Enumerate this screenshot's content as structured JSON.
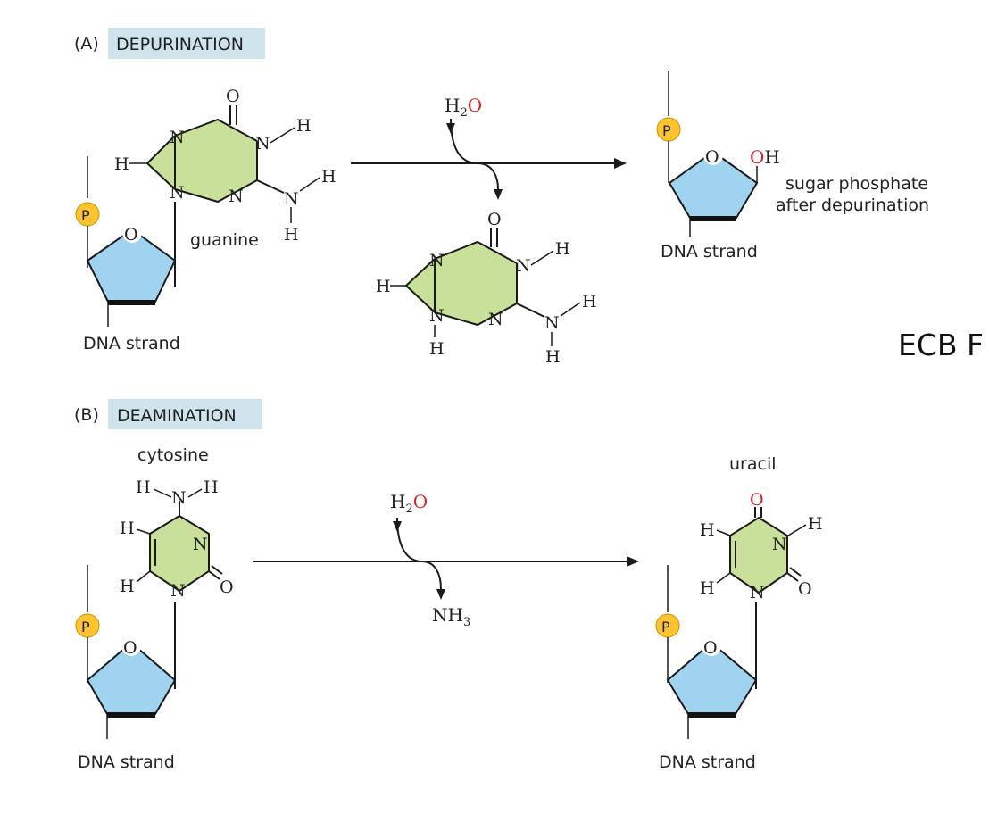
{
  "panel_a": {
    "letter": "(A)",
    "title": "DEPURINATION",
    "guanine_label": "guanine",
    "strand_left": "DNA strand",
    "water_h2": "H",
    "water_sub": "2",
    "water_o": "O",
    "product_label_line1": "sugar phosphate",
    "product_label_line2": "after depurination",
    "strand_right": "DNA strand",
    "hydroxyl_o": "O",
    "hydroxyl_h": "H"
  },
  "panel_b": {
    "letter": "(B)",
    "title": "DEAMINATION",
    "cytosine_label": "cytosine",
    "uracil_label": "uracil",
    "strand_left": "DNA strand",
    "strand_right": "DNA strand",
    "water_h2": "H",
    "water_sub": "2",
    "water_o": "O",
    "ammonia_nh": "NH",
    "ammonia_sub": "3"
  },
  "side_caption": "ECB F",
  "atoms": {
    "N": "N",
    "H": "H",
    "O": "O",
    "P": "P"
  },
  "colors": {
    "base_fill": "#c8e09a",
    "sugar_fill": "#9fd3f0",
    "phosphate_fill": "#fbc430",
    "title_bg": "#cfe3ec",
    "oxygen_red": "#d62828"
  }
}
